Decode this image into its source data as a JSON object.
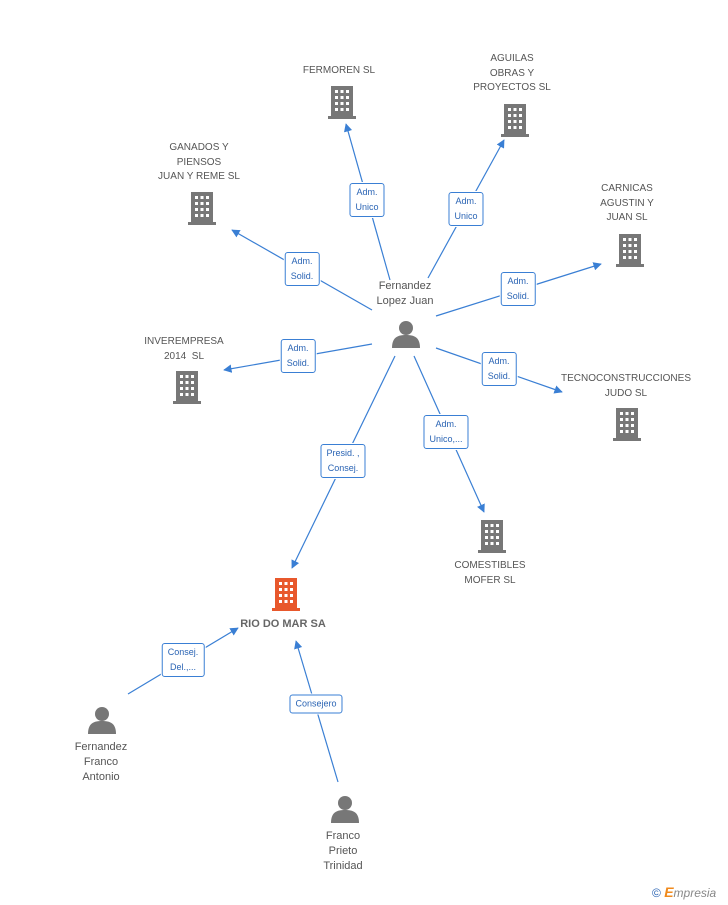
{
  "central_person": {
    "line1": "Fernandez",
    "line2": "Lopez Juan"
  },
  "main_company": {
    "name": "RIO DO MAR SA",
    "color": "#e8582c"
  },
  "companies": [
    {
      "id": "fermoren",
      "lines": [
        "FERMOREN SL"
      ]
    },
    {
      "id": "aguilas",
      "lines": [
        "AGUILAS",
        "OBRAS Y",
        "PROYECTOS SL"
      ]
    },
    {
      "id": "ganados",
      "lines": [
        "GANADOS Y",
        "PIENSOS",
        "JUAN Y REME SL"
      ]
    },
    {
      "id": "carnicas",
      "lines": [
        "CARNICAS",
        "AGUSTIN Y",
        "JUAN SL"
      ]
    },
    {
      "id": "inverempresa",
      "lines": [
        "INVEREMPRESA",
        "2014  SL"
      ]
    },
    {
      "id": "tecno",
      "lines": [
        "TECNOCONSTRUCCIONES",
        "JUDO SL"
      ]
    },
    {
      "id": "comestibles",
      "lines": [
        "COMESTIBLES",
        "MOFER SL"
      ]
    }
  ],
  "people": [
    {
      "id": "franco-antonio",
      "lines": [
        "Fernandez",
        "Franco",
        "Antonio"
      ]
    },
    {
      "id": "prieto-trinidad",
      "lines": [
        "Franco",
        "Prieto",
        "Trinidad"
      ]
    }
  ],
  "edges": [
    {
      "id": "e-fermoren",
      "lines": [
        "Adm.",
        "Unico"
      ]
    },
    {
      "id": "e-aguilas",
      "lines": [
        "Adm.",
        "Unico"
      ]
    },
    {
      "id": "e-ganados",
      "lines": [
        "Adm.",
        "Solid."
      ]
    },
    {
      "id": "e-carnicas",
      "lines": [
        "Adm.",
        "Solid."
      ]
    },
    {
      "id": "e-inverempresa",
      "lines": [
        "Adm.",
        "Solid."
      ]
    },
    {
      "id": "e-tecno",
      "lines": [
        "Adm.",
        "Solid."
      ]
    },
    {
      "id": "e-comestibles",
      "lines": [
        "Adm.",
        "Unico,..."
      ]
    },
    {
      "id": "e-riodomar",
      "lines": [
        "Presid. ,",
        "Consej."
      ]
    },
    {
      "id": "e-antonio",
      "lines": [
        "Consej.",
        "Del.,..."
      ]
    },
    {
      "id": "e-trinidad",
      "lines": [
        "Consejero"
      ]
    }
  ],
  "colors": {
    "edge": "#3a7fd4",
    "building": "#777777",
    "person": "#777777",
    "main_building": "#e8582c"
  },
  "credit": {
    "symbol": "©",
    "brand_initial": "E",
    "brand_rest": "mpresia"
  }
}
